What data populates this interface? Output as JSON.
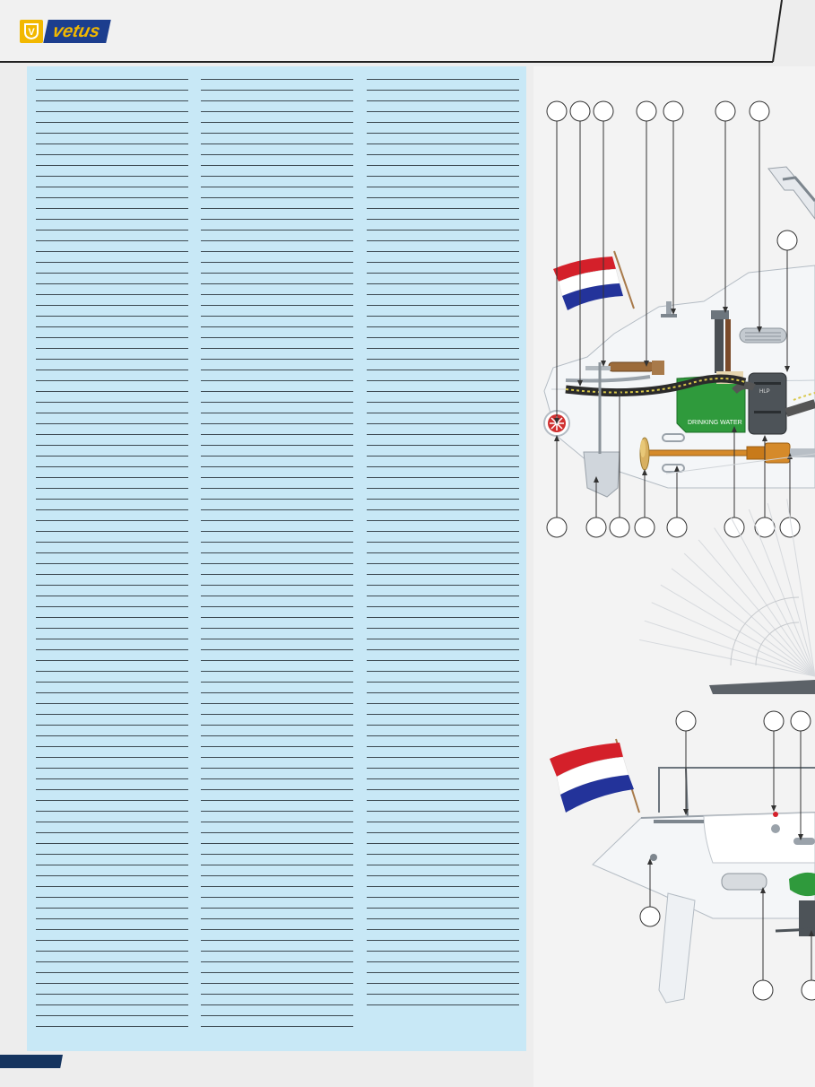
{
  "brand": {
    "logo_letter": "V",
    "name": "vetus"
  },
  "colors": {
    "brand_blue": "#1c3e8e",
    "brand_yellow": "#f2b800",
    "panel_blue": "#c8e8f6",
    "hull_green": "#2f9a3c",
    "flag_red": "#d4202a",
    "flag_blue": "#23339a"
  },
  "columns": [
    {
      "lines": 89
    },
    {
      "lines": 89
    },
    {
      "lines": 87
    }
  ],
  "motorboat": {
    "tank_label": "DRINKING WATER",
    "filter_label": "HLP",
    "top_callouts": 7,
    "bottom_callouts": 8,
    "side_callouts": 1
  },
  "sailboat": {
    "top_callouts": 3,
    "bottom_callouts": 3
  },
  "icons": [
    "netherlands-flag-icon",
    "propeller-icon",
    "bow-thruster-icon"
  ]
}
